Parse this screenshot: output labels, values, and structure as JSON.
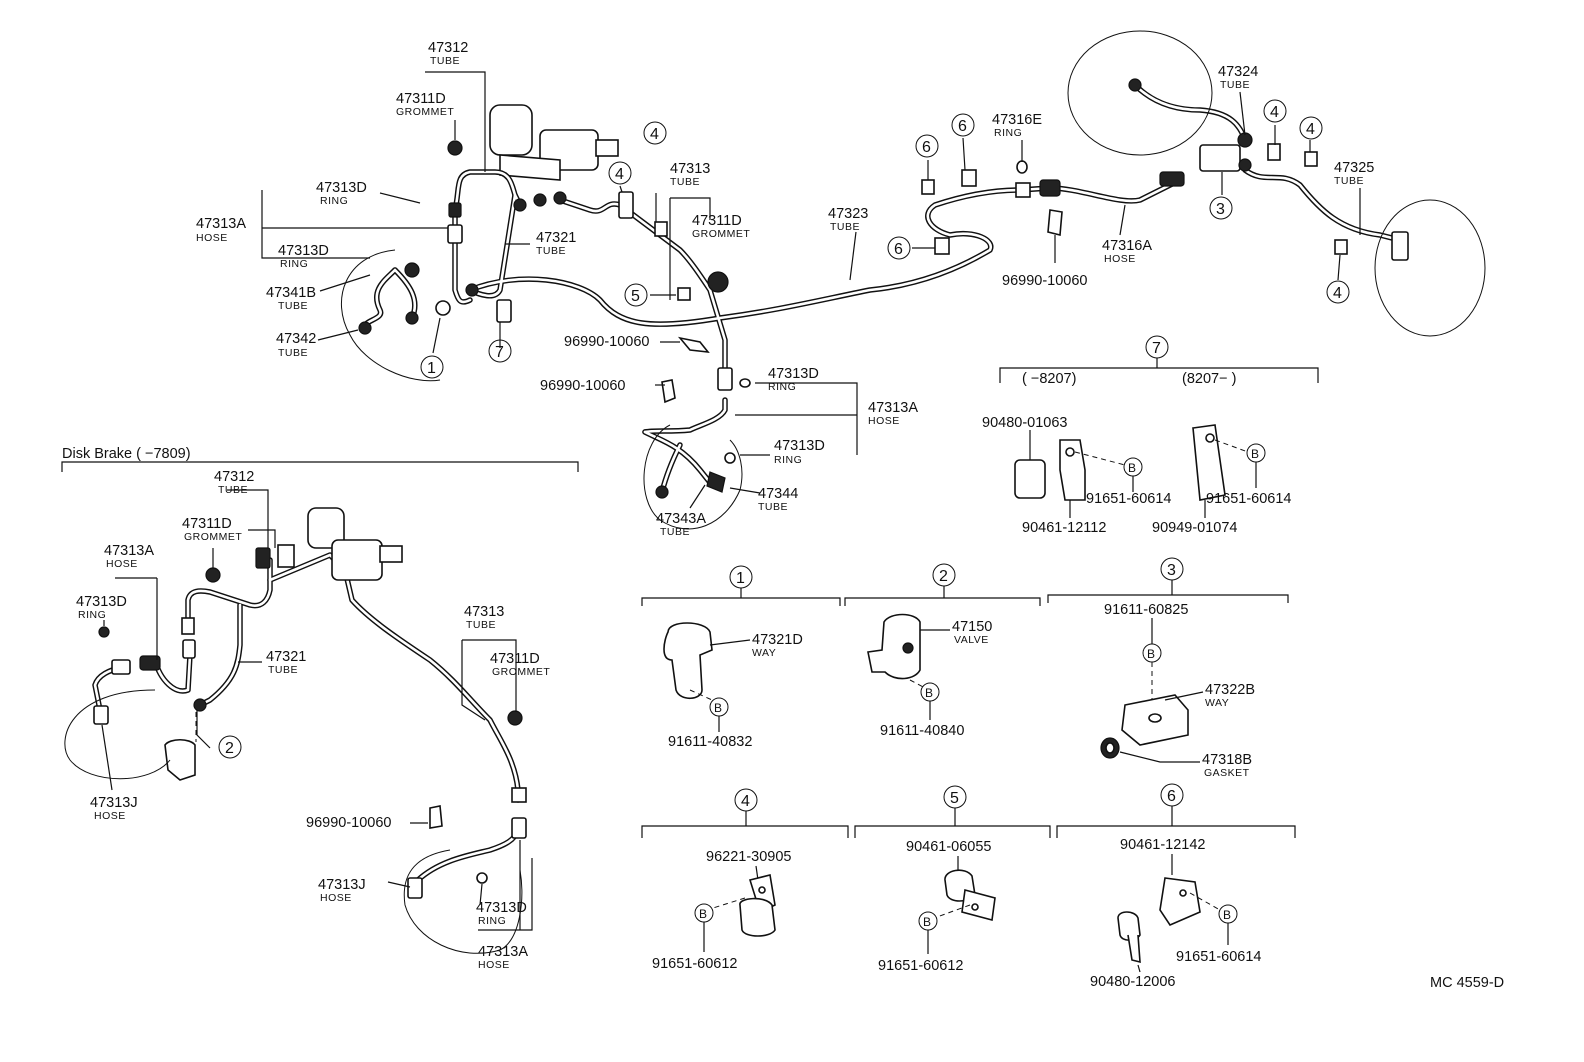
{
  "diagram_code": "MC 4559-D",
  "section_label": "Disk Brake (      −7809)",
  "parts": {
    "p47312": {
      "num": "47312",
      "desc": "TUBE"
    },
    "p47311D": {
      "num": "47311D",
      "desc": "GROMMET"
    },
    "p47313D": {
      "num": "47313D",
      "desc": "RING"
    },
    "p47313A": {
      "num": "47313A",
      "desc": "HOSE"
    },
    "p47321": {
      "num": "47321",
      "desc": "TUBE"
    },
    "p47341B": {
      "num": "47341B",
      "desc": "TUBE"
    },
    "p47342": {
      "num": "47342",
      "desc": "TUBE"
    },
    "p47313": {
      "num": "47313",
      "desc": "TUBE"
    },
    "p47323": {
      "num": "47323",
      "desc": "TUBE"
    },
    "p47316E": {
      "num": "47316E",
      "desc": "RING"
    },
    "p47316A": {
      "num": "47316A",
      "desc": "HOSE"
    },
    "p47324": {
      "num": "47324",
      "desc": "TUBE"
    },
    "p47325": {
      "num": "47325",
      "desc": "TUBE"
    },
    "p47344": {
      "num": "47344",
      "desc": "TUBE"
    },
    "p47343A": {
      "num": "47343A",
      "desc": "TUBE"
    },
    "p47313J": {
      "num": "47313J",
      "desc": "HOSE"
    },
    "p47321D": {
      "num": "47321D",
      "desc": "WAY"
    },
    "p47150": {
      "num": "47150",
      "desc": "VALVE"
    },
    "p47322B": {
      "num": "47322B",
      "desc": "WAY"
    },
    "p47318B": {
      "num": "47318B",
      "desc": "GASKET"
    }
  },
  "codes": {
    "c96990": "96990-10060",
    "c90480_01063": "90480-01063",
    "c90461_12112": "90461-12112",
    "c91651_60614": "91651-60614",
    "c90949_01074": "90949-01074",
    "c91611_40832": "91611-40832",
    "c91611_40840": "91611-40840",
    "c91611_60825": "91611-60825",
    "c96221_30905": "96221-30905",
    "c91651_60612": "91651-60612",
    "c90461_06055": "90461-06055",
    "c90461_12142": "90461-12142",
    "c90480_12006": "90480-12006"
  },
  "group7_ranges": {
    "left": "(        −8207)",
    "right": "(8207−          )"
  },
  "callouts": {
    "n1": "1",
    "n2": "2",
    "n3": "3",
    "n4": "4",
    "n5": "5",
    "n6": "6",
    "n7": "7"
  },
  "bolt_mark": "B"
}
